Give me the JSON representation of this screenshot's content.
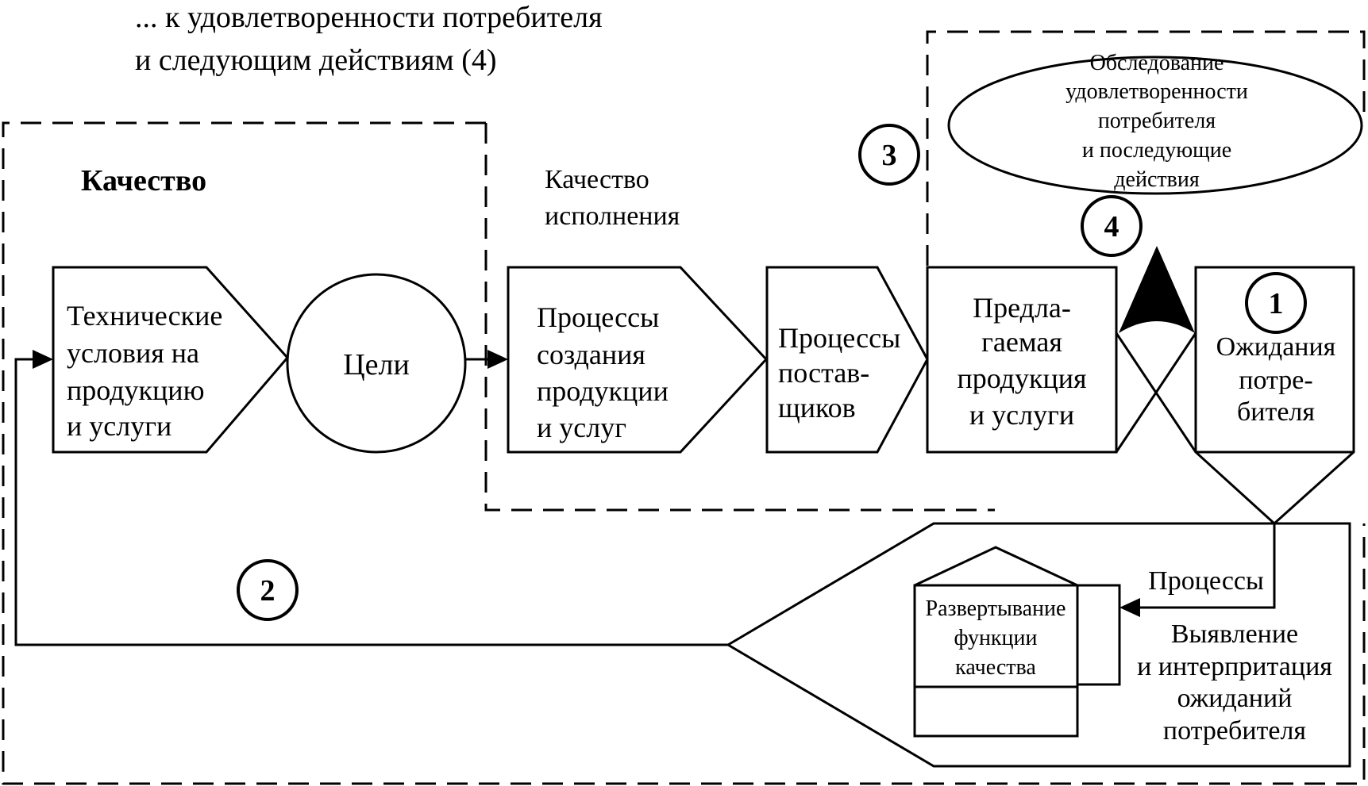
{
  "header": {
    "line1": "... к удовлетворенности потребителя",
    "line2": "и следующим действиям (4)"
  },
  "labels": {
    "quality": "Качество",
    "performance_quality": [
      "Качество",
      "исполнения"
    ]
  },
  "blocks": {
    "tech_conditions": [
      "Технические",
      "условия на",
      "продукцию",
      "и услуги"
    ],
    "goals": "Цели",
    "production_processes": [
      "Процессы",
      "создания",
      "продукции",
      "и услуг"
    ],
    "supplier_processes": [
      "Процессы",
      "постав-",
      "щиков"
    ],
    "offered_product": [
      "Предла-",
      "гаемая",
      "продукция",
      "и услуги"
    ],
    "customer_expectations": [
      "Ожидания",
      "потре-",
      "бителя"
    ],
    "satisfaction_survey": [
      "Обследование",
      "удовлетворенности",
      "потребителя",
      "и последующие",
      "действия"
    ],
    "qfd": [
      "Развертывание",
      "функции",
      "качества"
    ],
    "processes": "Процессы",
    "identification": [
      "Выявление",
      "и интерпритация",
      "ожиданий",
      "потребителя"
    ]
  },
  "markers": {
    "m1": "1",
    "m2": "2",
    "m3": "3",
    "m4": "4"
  }
}
